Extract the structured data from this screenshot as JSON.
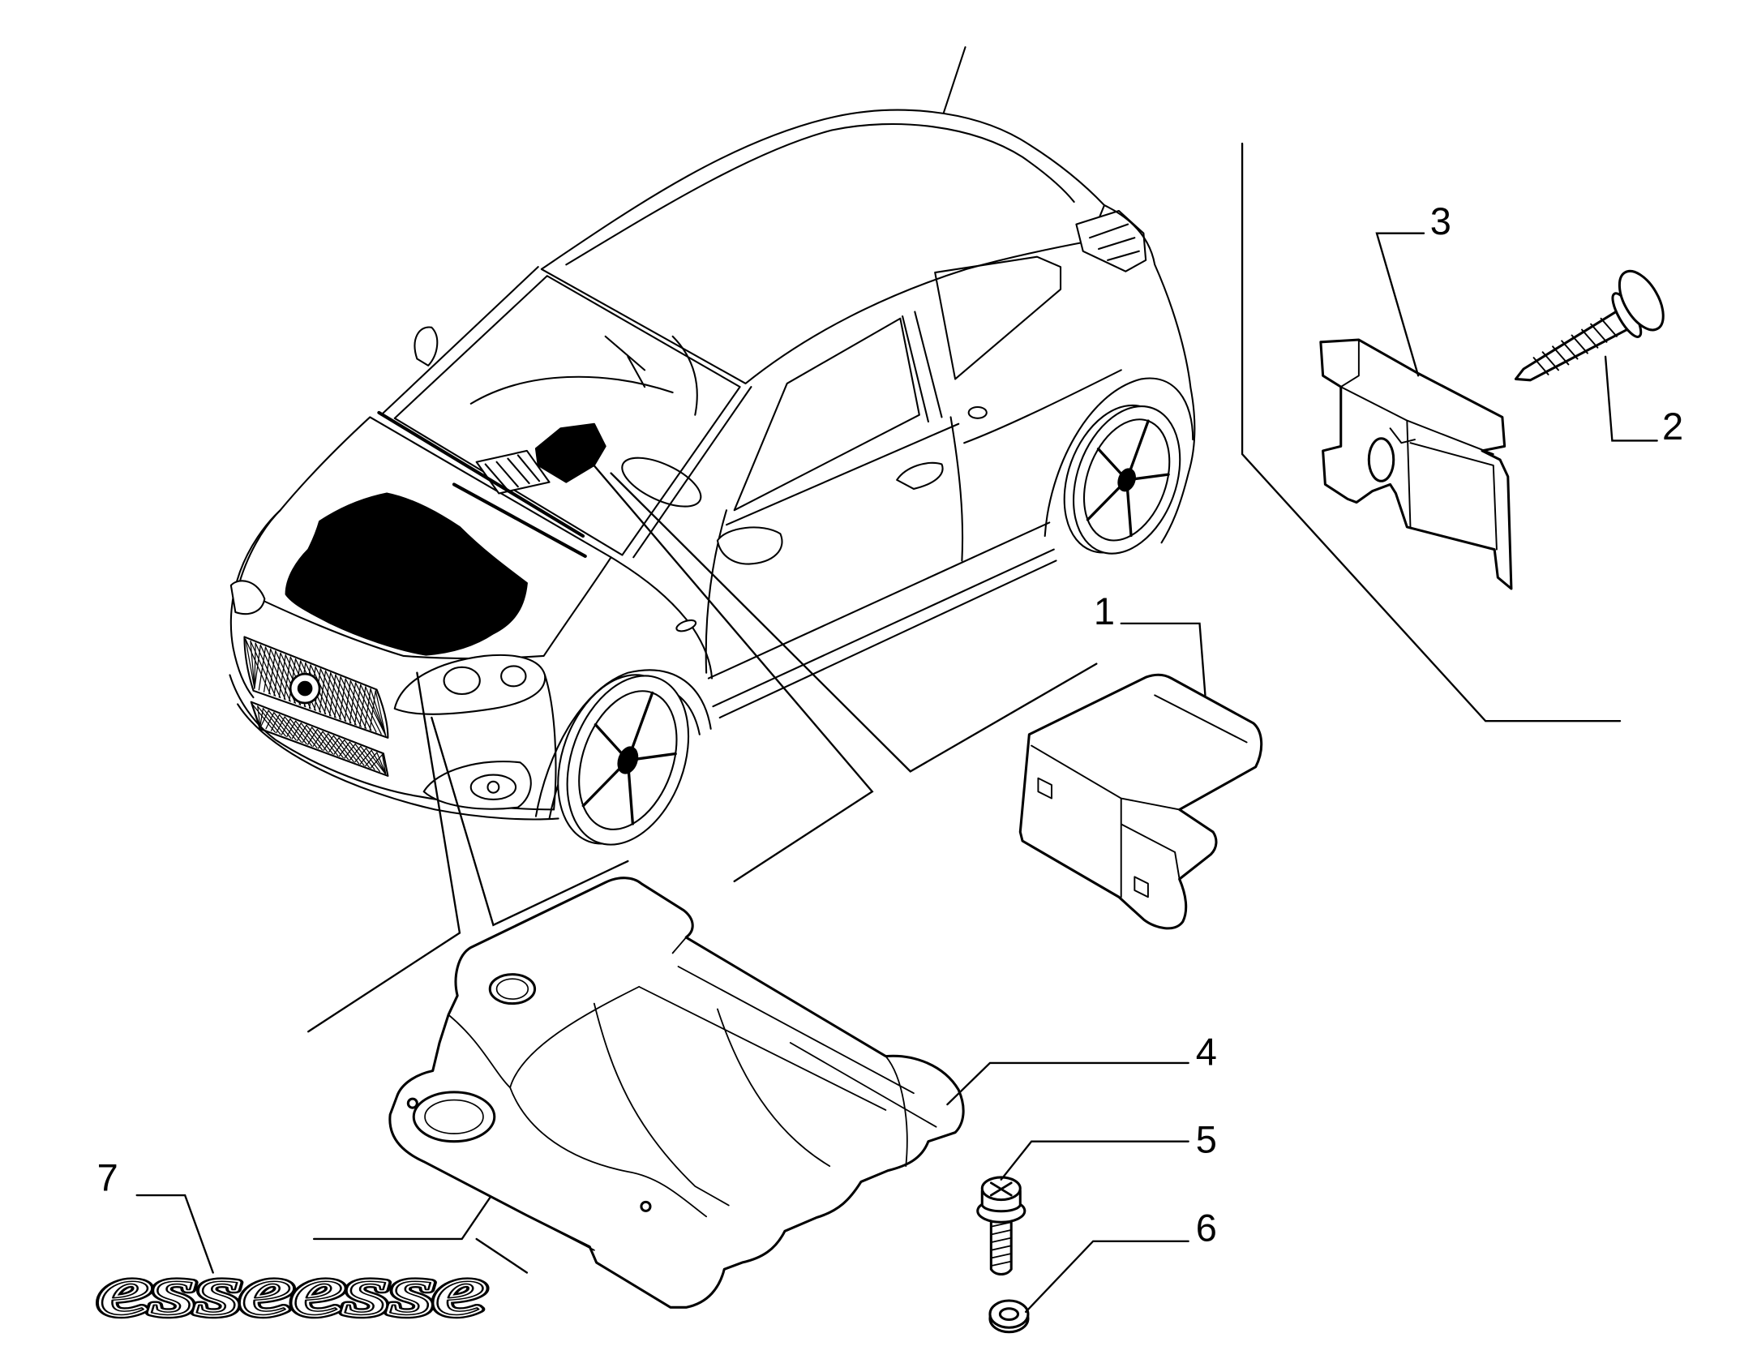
{
  "diagram": {
    "callouts": [
      {
        "number": "1"
      },
      {
        "number": "2"
      },
      {
        "number": "3"
      },
      {
        "number": "4"
      },
      {
        "number": "5"
      },
      {
        "number": "6"
      },
      {
        "number": "7"
      }
    ],
    "badge": {
      "text": "esseesse"
    }
  },
  "colors": {
    "line": "#000000",
    "background": "#ffffff"
  }
}
